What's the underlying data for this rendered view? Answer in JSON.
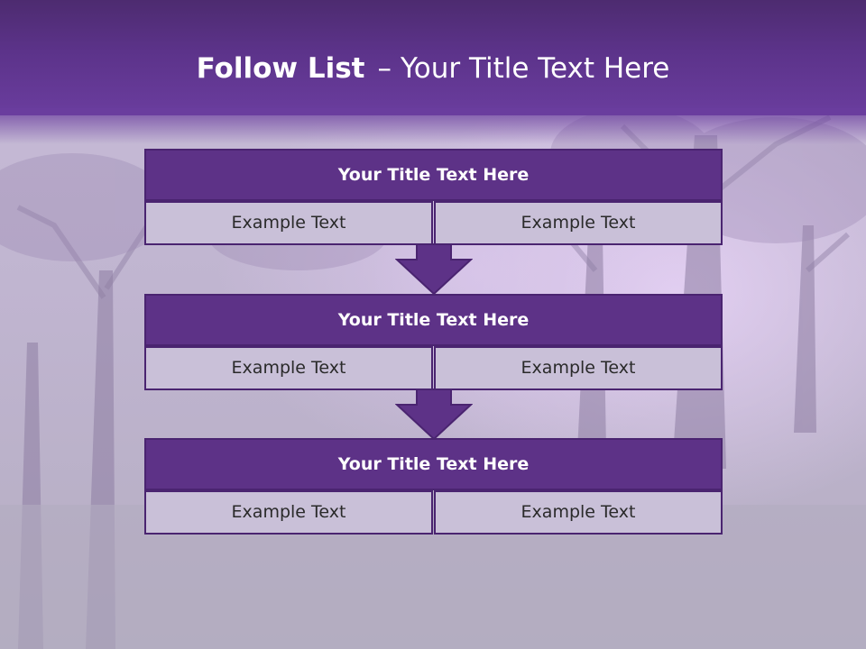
{
  "slide": {
    "title_bold": "Follow List",
    "title_separator": "–",
    "title_rest": "Your Title Text Here"
  },
  "blocks": [
    {
      "title": "Your Title Text Here",
      "left": "Example Text",
      "right": "Example Text"
    },
    {
      "title": "Your Title Text Here",
      "left": "Example Text",
      "right": "Example Text"
    },
    {
      "title": "Your Title Text Here",
      "left": "Example Text",
      "right": "Example Text"
    }
  ],
  "colors": {
    "header": "#5c338a",
    "block_title": "#5d3287",
    "block_border": "#4a2470",
    "cell_fill": "#c9c0d8",
    "arrow": "#5d3287"
  }
}
